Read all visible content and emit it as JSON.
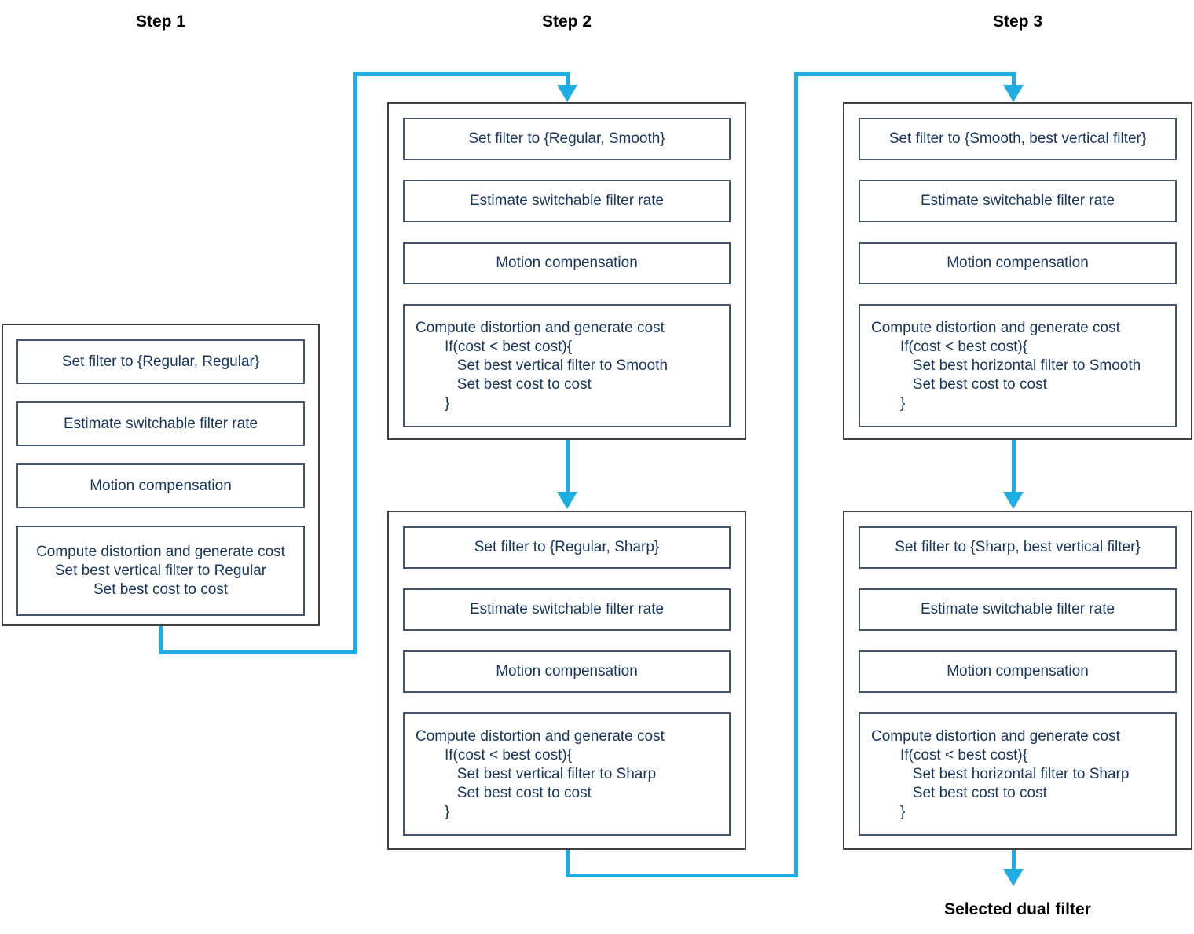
{
  "titles": [
    "Step 1",
    "Step 2",
    "Step 3"
  ],
  "footer": {
    "label": "Selected dual filter"
  },
  "colors": {
    "arrow": "#1CADE4",
    "outer_border": "#404040",
    "inner_border": "#44546A",
    "box_text": "#17365D",
    "title_text": "#000000",
    "background": "#FFFFFF"
  },
  "groups": [
    {
      "name": "step1",
      "cells": [
        {
          "lines": [
            "Set filter to {Regular, Regular}"
          ]
        },
        {
          "lines": [
            "Estimate switchable filter rate"
          ]
        },
        {
          "lines": [
            "Motion compensation"
          ]
        },
        {
          "lines": [
            "Compute distortion and generate cost",
            "Set best vertical filter to Regular",
            "Set best cost to cost"
          ]
        }
      ]
    },
    {
      "name": "step2-upper",
      "cells": [
        {
          "lines": [
            "Set filter to {Regular, Smooth}"
          ]
        },
        {
          "lines": [
            "Estimate switchable filter rate"
          ]
        },
        {
          "lines": [
            "Motion compensation"
          ]
        },
        {
          "lines": [
            "Compute distortion and generate cost",
            "       If(cost < best cost){",
            "          Set best vertical filter to Smooth",
            "          Set best cost to cost",
            "       }"
          ]
        }
      ]
    },
    {
      "name": "step2-lower",
      "cells": [
        {
          "lines": [
            "Set filter to {Regular, Sharp}"
          ]
        },
        {
          "lines": [
            "Estimate switchable filter rate"
          ]
        },
        {
          "lines": [
            "Motion compensation"
          ]
        },
        {
          "lines": [
            "Compute distortion and generate cost",
            "       If(cost < best cost){",
            "          Set best vertical filter to Sharp",
            "          Set best cost to cost",
            "       }"
          ]
        }
      ]
    },
    {
      "name": "step3-upper",
      "cells": [
        {
          "lines": [
            "Set filter to {Smooth, best vertical filter}"
          ]
        },
        {
          "lines": [
            "Estimate switchable filter rate"
          ]
        },
        {
          "lines": [
            "Motion compensation"
          ]
        },
        {
          "lines": [
            "Compute distortion and generate cost",
            "       If(cost < best cost){",
            "          Set best horizontal filter to Smooth",
            "          Set best cost to cost",
            "       }"
          ]
        }
      ]
    },
    {
      "name": "step3-lower",
      "cells": [
        {
          "lines": [
            "Set filter to {Sharp, best vertical filter}"
          ]
        },
        {
          "lines": [
            "Estimate switchable filter rate"
          ]
        },
        {
          "lines": [
            "Motion compensation"
          ]
        },
        {
          "lines": [
            "Compute distortion and generate cost",
            "       If(cost < best cost){",
            "          Set best horizontal filter to Sharp",
            "          Set best cost to cost",
            "       }"
          ]
        }
      ]
    }
  ]
}
